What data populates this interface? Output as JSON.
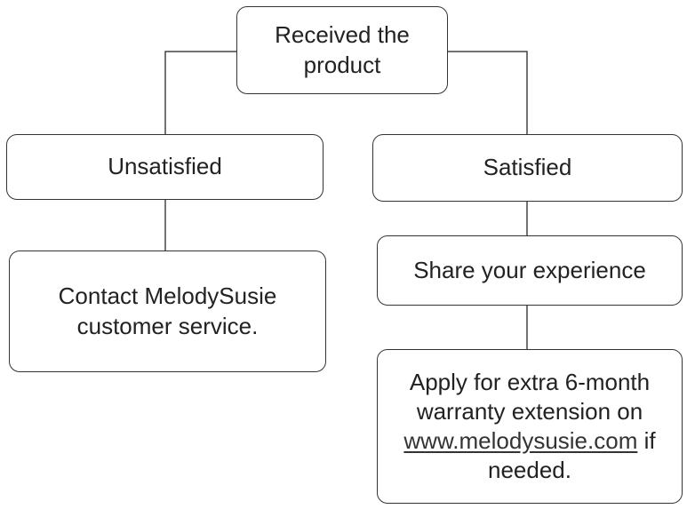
{
  "nodes": {
    "root": {
      "lines": [
        "Received the",
        "product"
      ]
    },
    "unsatisfied": {
      "lines": [
        "Unsatisfied"
      ]
    },
    "satisfied": {
      "lines": [
        "Satisfied"
      ]
    },
    "contact": {
      "lines": [
        "Contact MelodySusie",
        "customer service."
      ]
    },
    "share": {
      "lines": [
        "Share your experience"
      ]
    },
    "apply": {
      "line1": "Apply for extra 6-month",
      "line2": "warranty extension on",
      "link": "www.melodysusie.com",
      "after_link": " if",
      "line4": "needed."
    }
  },
  "colors": {
    "border": "#333333",
    "line": "#444444",
    "text": "#222222"
  }
}
